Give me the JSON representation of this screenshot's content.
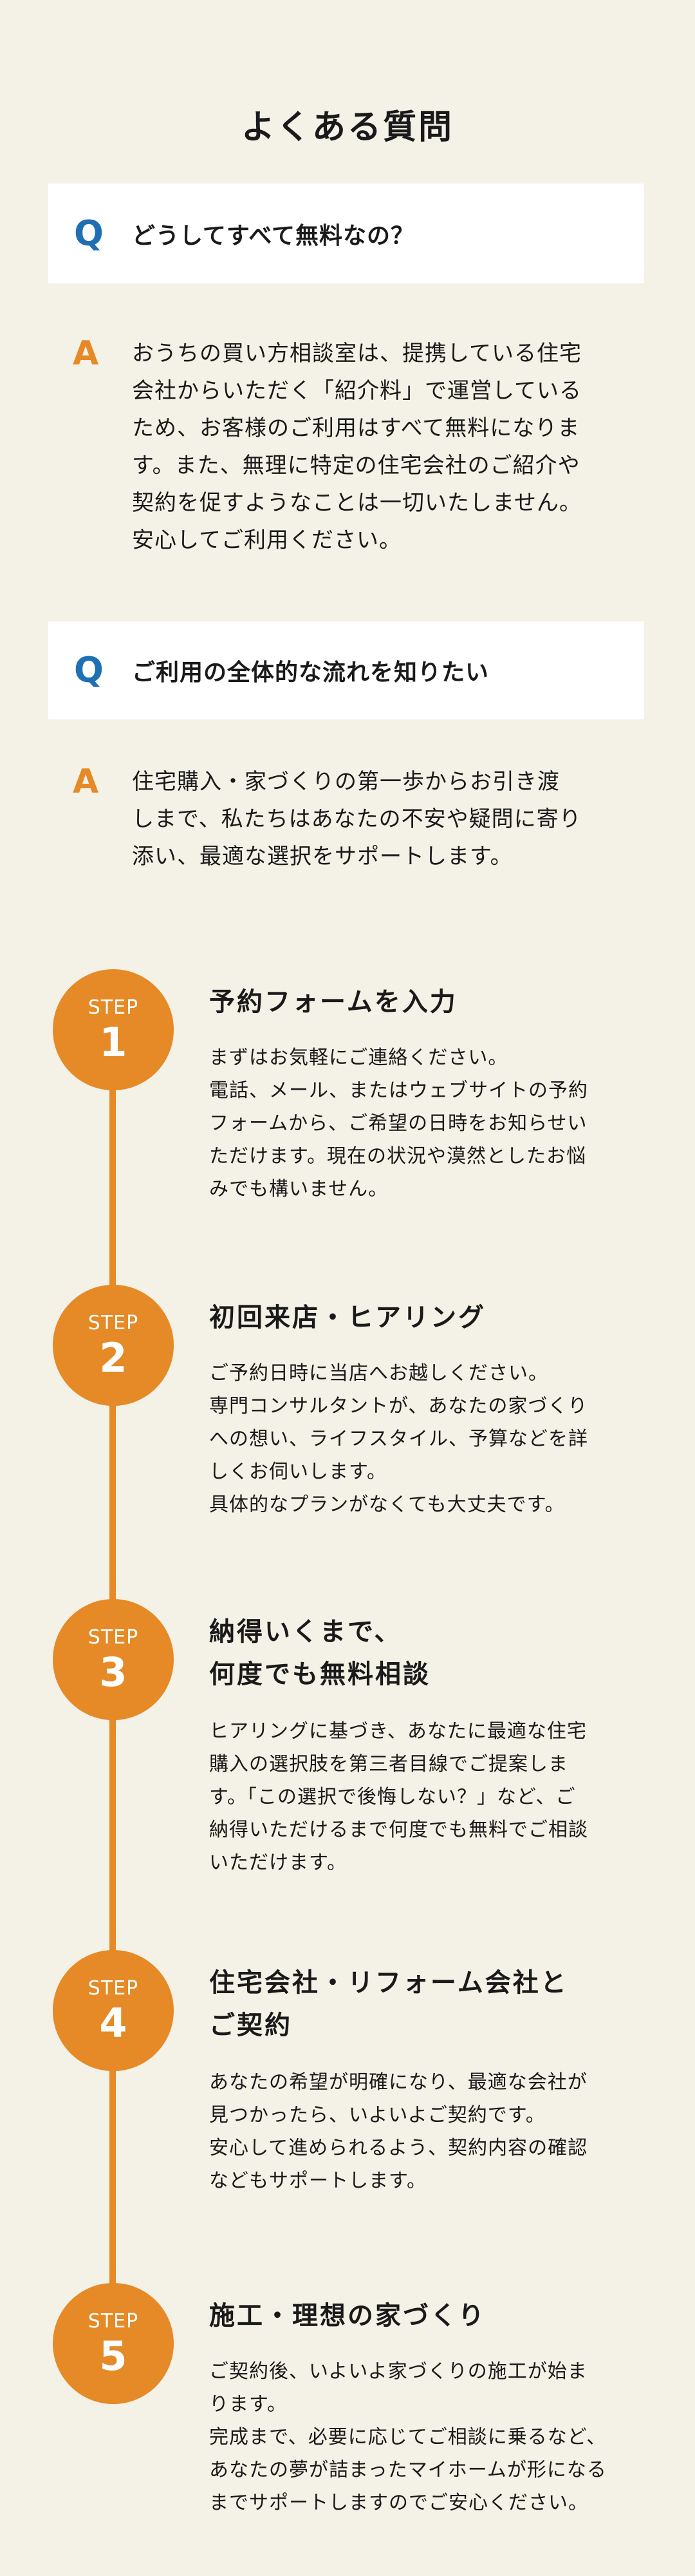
{
  "header": {
    "title": "よくある質問"
  },
  "faq": [
    {
      "q_mark": "Q",
      "question": "どうしてすべて無料なの？",
      "a_mark": "A",
      "answer": "おうちの買い方相談室は、提携している住宅\n会社からいただく「紹介料」で運営している\nため、お客様のご利用はすべて無料になりま\nす。また、無理に特定の住宅会社のご紹介や\n契約を促すようなことは一切いたしません。\n安心してご利用ください。"
    },
    {
      "q_mark": "Q",
      "question": "ご利用の全体的な流れを知りたい",
      "a_mark": "A",
      "answer": "住宅購入・家づくりの第一歩からお引き渡\nしまで、私たちはあなたの不安や疑問に寄り\n添い、最適な選択をサポートします。"
    }
  ],
  "steps": [
    {
      "label": "STEP",
      "number": "1",
      "title": "予約フォームを入力",
      "description": "まずはお気軽にご連絡ください。\n電話、メール、またはウェブサイトの予約\nフォームから、ご希望の日時をお知らせい\nただけます。現在の状況や漠然としたお悩\nみでも構いません。"
    },
    {
      "label": "STEP",
      "number": "2",
      "title": "初回来店・ヒアリング",
      "description": "ご予約日時に当店へお越しください。\n専門コンサルタントが、あなたの家づくり\nへの想い、ライフスタイル、予算などを詳\nしくお伺いします。\n具体的なプランがなくても大丈夫です。"
    },
    {
      "label": "STEP",
      "number": "3",
      "title": "納得いくまで、\n何度でも無料相談",
      "description": "ヒアリングに基づき、あなたに最適な住宅\n購入の選択肢を第三者目線でご提案しま\nす。「この選択で後悔しない？」など、ご\n納得いただけるまで何度でも無料でご相談\nいただけます。"
    },
    {
      "label": "STEP",
      "number": "4",
      "title": "住宅会社・リフォーム会社と\nご契約",
      "description": "あなたの希望が明確になり、最適な会社が\n見つかったら、いよいよご契約です。\n安心して進められるよう、契約内容の確認\nなどもサポートします。"
    },
    {
      "label": "STEP",
      "number": "5",
      "title": "施工・理想の家づくり",
      "description": "ご契約後、いよいよ家づくりの施工が始ま\nります。\n完成まで、必要に応じてご相談に乗るなど、\nあなたの夢が詰まったマイホームが形になる\nまでサポートしますのでご安心ください。"
    }
  ],
  "colors": {
    "background": "#f4f1e6",
    "accent_orange": "#e58a27",
    "q_blue": "#1f6fb4",
    "text": "#1a1a1a"
  }
}
